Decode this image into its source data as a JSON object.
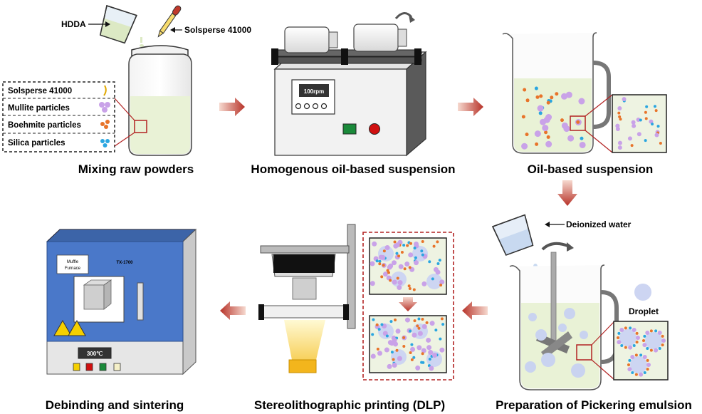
{
  "steps": {
    "mixing": "Mixing raw powders",
    "homogenous": "Homogenous oil-based suspension",
    "oil": "Oil-based suspension",
    "pickering": "Preparation of Pickering emulsion",
    "dlp": "Stereolithographic printing (DLP)",
    "sinter": "Debinding and sintering"
  },
  "labels": {
    "hdda": "HDDA",
    "solsperse_pipette": "Solsperse 41000",
    "deionized_water": "Deionized water",
    "droplet": "Droplet"
  },
  "legend": [
    {
      "label": "Solsperse 41000",
      "icon": "solsperse-icon"
    },
    {
      "label": "Mullite particles",
      "icon": "mullite-icon"
    },
    {
      "label": "Boehmite particles",
      "icon": "boehmite-icon"
    },
    {
      "label": "Silica particles",
      "icon": "silica-icon"
    }
  ],
  "device": {
    "mixer_display": "100rpm",
    "furnace_name": "Muffle\nFurnace",
    "furnace_model": "TX-1700",
    "furnace_temp": "300℃"
  },
  "colors": {
    "arrow": "#b73228",
    "mullite": "#c9a2e8",
    "boehmite": "#e8742a",
    "silica": "#2aa6e0",
    "suspension": "#eaf3dc",
    "furnace": "#4a78c9",
    "callout_border": "#b22222"
  }
}
